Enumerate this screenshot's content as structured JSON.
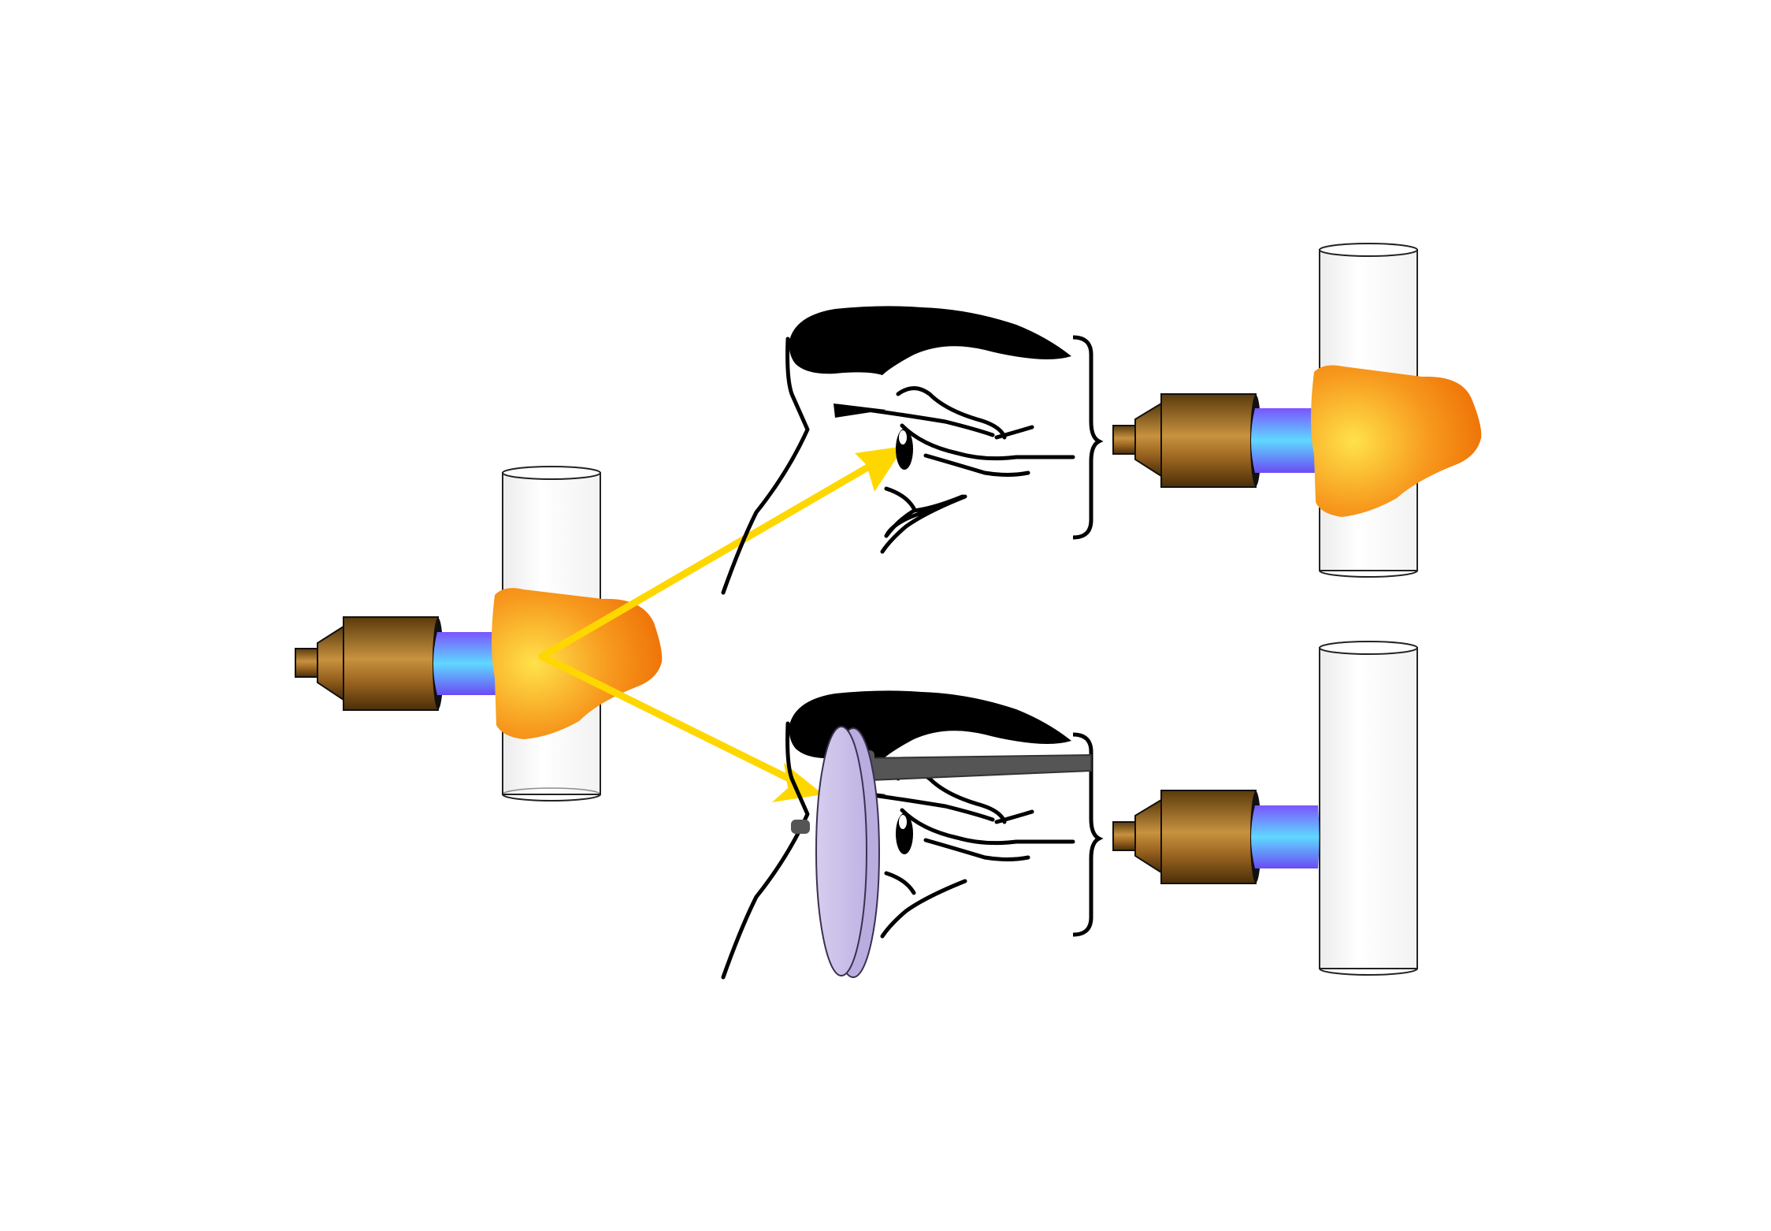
{
  "title": "",
  "scenes": {
    "source": {
      "torch": "torch-body",
      "flame": "sodium-flare",
      "tube": "glass-tube",
      "state": "flaring"
    },
    "naked_eye": {
      "observer": "face-profile",
      "filter": "none",
      "perceived": "flame-with-orange-flare"
    },
    "with_glasses": {
      "observer": "face-profile",
      "filter": "didymium-glasses",
      "perceived": "blue-flame-only"
    }
  },
  "rays": {
    "count": 2,
    "color": "#FFD700"
  },
  "colors": {
    "ray": "#FFD700",
    "flare_core": "#FFE24A",
    "flare_edge": "#EE6F05",
    "inner_flame": "#5FD8FF",
    "inner_flame_edge": "#7A55FF",
    "torch_dark": "#5A3A0C",
    "torch_light": "#C8923F",
    "lens_fill": "#CDC3EC",
    "lens_stroke": "#3A3050",
    "temple": "#555555",
    "hair": "#000000"
  },
  "icons": [
    "torch-icon",
    "eye-icon",
    "glasses-icon",
    "brace-icon"
  ]
}
